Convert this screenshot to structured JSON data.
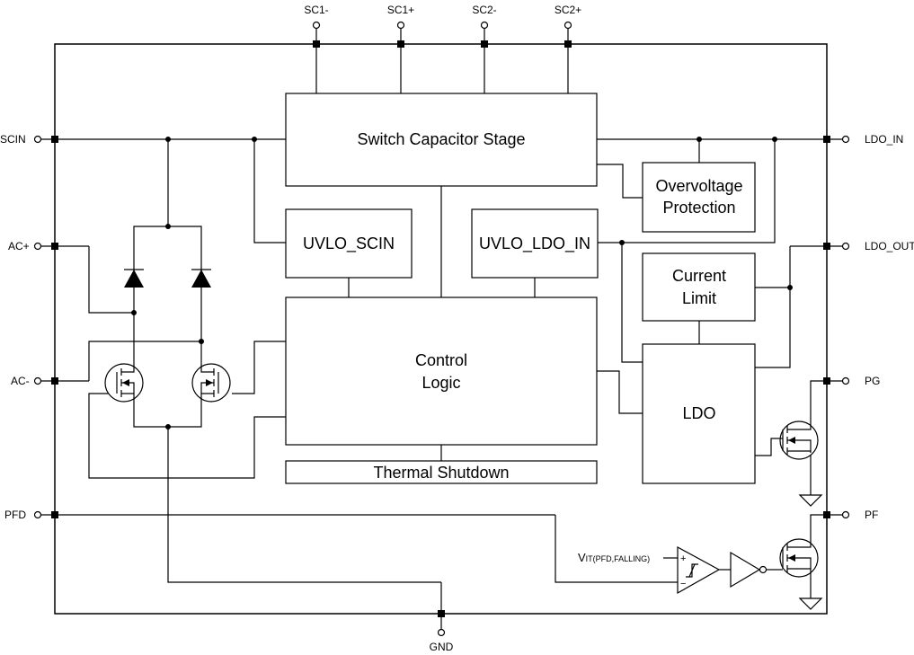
{
  "pins": {
    "sc1_minus": "SC1-",
    "sc1_plus": "SC1+",
    "sc2_minus": "SC2-",
    "sc2_plus": "SC2+",
    "scin": "SCIN",
    "ac_plus": "AC+",
    "ac_minus": "AC-",
    "pfd": "PFD",
    "gnd": "GND",
    "ldo_in": "LDO_IN",
    "ldo_out": "LDO_OUT",
    "pg": "PG",
    "pf": "PF"
  },
  "blocks": {
    "switch_cap": "Switch Capacitor Stage",
    "overvoltage_line1": "Overvoltage",
    "overvoltage_line2": "Protection",
    "uvlo_scin": "UVLO_SCIN",
    "uvlo_ldo_in": "UVLO_LDO_IN",
    "current_limit_line1": "Current",
    "current_limit_line2": "Limit",
    "control_line1": "Control",
    "control_line2": "Logic",
    "ldo": "LDO",
    "thermal": "Thermal Shutdown"
  },
  "comparator": {
    "vit_main": "V",
    "vit_sub": "IT(PFD,FALLING)",
    "plus": "+",
    "minus": "−"
  }
}
